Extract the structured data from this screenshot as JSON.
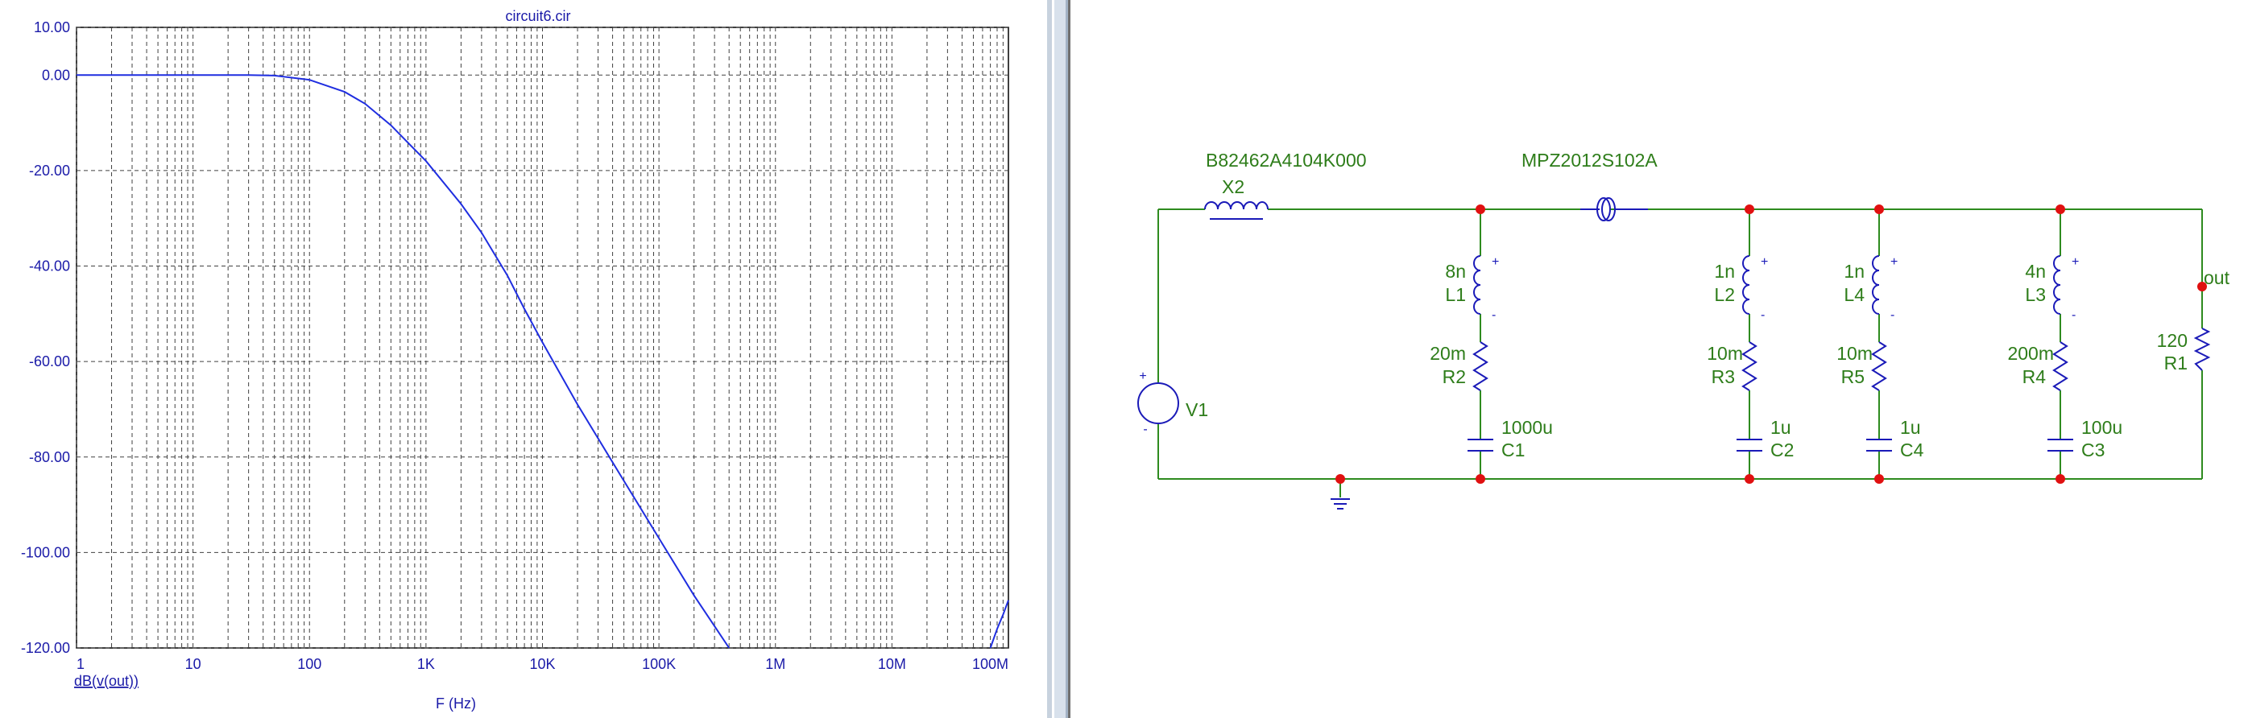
{
  "plot": {
    "title": "circuit6.cir",
    "xlabel": "F (Hz)",
    "trace_label": "dB(v(out))",
    "colors": {
      "axis_text": "#1a1aa8",
      "grid": "#404040",
      "trace": "#1f2ee0"
    }
  },
  "chart_data": {
    "type": "line",
    "title": "circuit6.cir",
    "xlabel": "F (Hz)",
    "ylabel": "",
    "x_scale": "log",
    "xlim": [
      1,
      100000000
    ],
    "ylim": [
      -120,
      10
    ],
    "grid": true,
    "x_ticks": [
      {
        "value": 1,
        "label": "1"
      },
      {
        "value": 10,
        "label": "10"
      },
      {
        "value": 100,
        "label": "100"
      },
      {
        "value": 1000,
        "label": "1K"
      },
      {
        "value": 10000,
        "label": "10K"
      },
      {
        "value": 100000,
        "label": "100K"
      },
      {
        "value": 1000000,
        "label": "1M"
      },
      {
        "value": 10000000,
        "label": "10M"
      },
      {
        "value": 100000000,
        "label": "100M"
      }
    ],
    "y_ticks": [
      {
        "value": 10,
        "label": "10.00"
      },
      {
        "value": 0,
        "label": "0.00"
      },
      {
        "value": -20,
        "label": "-20.00"
      },
      {
        "value": -40,
        "label": "-40.00"
      },
      {
        "value": -60,
        "label": "-60.00"
      },
      {
        "value": -80,
        "label": "-80.00"
      },
      {
        "value": -100,
        "label": "-100.00"
      },
      {
        "value": -120,
        "label": "-120.00"
      }
    ],
    "series": [
      {
        "name": "dB(v(out))",
        "segments": [
          {
            "x": [
              1,
              10,
              30,
              50,
              100,
              200,
              300,
              500,
              1000,
              2000,
              3000,
              5000,
              7000,
              10000,
              20000,
              50000,
              100000,
              200000,
              400000
            ],
            "y": [
              0,
              0,
              0,
              -0.1,
              -1,
              -3.5,
              -6,
              -10.5,
              -18,
              -27,
              -33,
              -42,
              -49,
              -56,
              -69,
              -85,
              -97,
              -109,
              -120
            ]
          },
          {
            "x": [
              70000000,
              80000000,
              90000000,
              100000000
            ],
            "y": [
              -120,
              -116,
              -113,
              -110
            ]
          }
        ]
      }
    ]
  },
  "schematic": {
    "colors": {
      "wire": "#2e8b1f",
      "symbol": "#1a1ab8",
      "label": "#2e7d1a",
      "node": "#e01010"
    },
    "components": {
      "X2": {
        "ref": "X2",
        "part": "B82462A4104K000"
      },
      "MPZ": {
        "part": "MPZ2012S102A"
      },
      "V1": {
        "ref": "V1"
      },
      "L1": {
        "ref": "L1",
        "value": "8n"
      },
      "R2": {
        "ref": "R2",
        "value": "20m"
      },
      "C1": {
        "ref": "C1",
        "value": "1000u"
      },
      "L2": {
        "ref": "L2",
        "value": "1n"
      },
      "R3": {
        "ref": "R3",
        "value": "10m"
      },
      "C2": {
        "ref": "C2",
        "value": "1u"
      },
      "L4": {
        "ref": "L4",
        "value": "1n"
      },
      "R5": {
        "ref": "R5",
        "value": "10m"
      },
      "C4": {
        "ref": "C4",
        "value": "1u"
      },
      "L3": {
        "ref": "L3",
        "value": "4n"
      },
      "R4": {
        "ref": "R4",
        "value": "200m"
      },
      "C3": {
        "ref": "C3",
        "value": "100u"
      },
      "R1": {
        "ref": "R1",
        "value": "120"
      }
    },
    "out_label": "out",
    "plus_sign": "+",
    "minus_sign": "-"
  }
}
